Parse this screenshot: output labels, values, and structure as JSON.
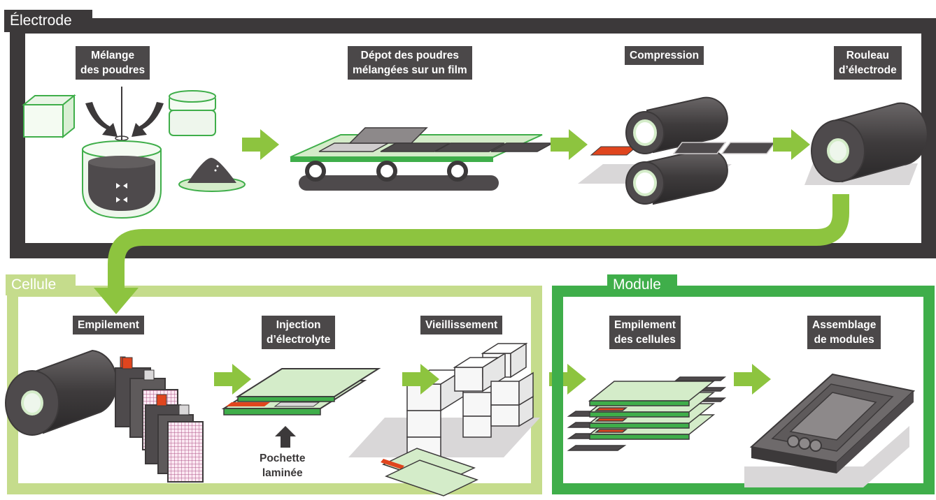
{
  "sections": {
    "electrode": {
      "title": "Électrode",
      "color": "#3c393a"
    },
    "cell": {
      "title": "Cellule",
      "color": "#c5dc8c"
    },
    "module": {
      "title": "Module",
      "color": "#3fae4a"
    }
  },
  "steps": {
    "mixing": "Mélange\ndes poudres",
    "deposit": "Dépot des poudres\nmélangées sur un film",
    "compression": "Compression",
    "electrode_roll": "Rouleau\nd’électrode",
    "stacking": "Empilement",
    "injection": "Injection\nd’électrolyte",
    "aging": "Vieillissement",
    "cell_stacking": "Empilement\ndes cellules",
    "module_assembly": "Assemblage\nde modules"
  },
  "annotations": {
    "laminated_pouch": "Pochette\nlaminée"
  },
  "colors": {
    "arrow": "#8dc43f",
    "label_bg": "#4b4849",
    "electrode_dark": "#4e4a4c",
    "film_green": "#d4ecc9",
    "tab_red": "#e0451e",
    "light_panel": "#eef6ec"
  }
}
